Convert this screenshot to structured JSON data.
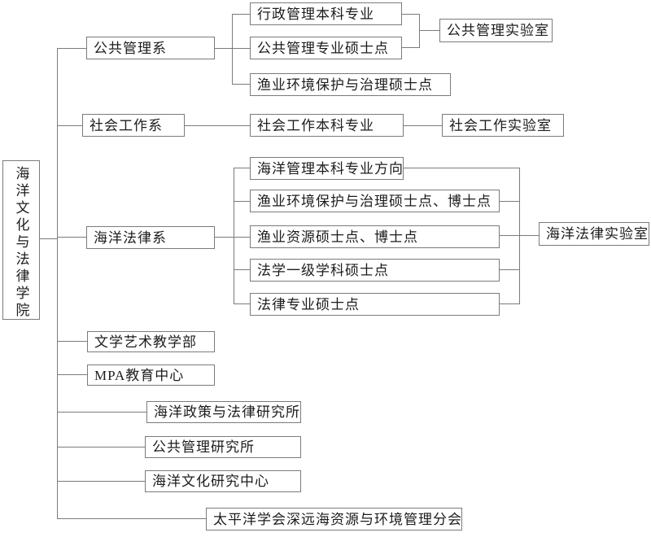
{
  "org": {
    "root": "海洋文化与法律学院",
    "branches": [
      {
        "dept": "公共管理系",
        "children": [
          "行政管理本科专业",
          "公共管理专业硕士点",
          "渔业环境保护与治理硕士点"
        ],
        "lab": "公共管理实验室"
      },
      {
        "dept": "社会工作系",
        "children": [
          "社会工作本科专业"
        ],
        "lab": "社会工作实验室"
      },
      {
        "dept": "海洋法律系",
        "children": [
          "海洋管理本科专业方向",
          "渔业环境保护与治理硕士点、博士点",
          "渔业资源硕士点、博士点",
          "法学一级学科硕士点",
          "法律专业硕士点"
        ],
        "lab": "海洋法律实验室"
      },
      {
        "dept": "文学艺术教学部"
      },
      {
        "dept": "MPA教育中心"
      },
      {
        "dept": "海洋政策与法律研究所"
      },
      {
        "dept": "公共管理研究所"
      },
      {
        "dept": "海洋文化研究中心"
      },
      {
        "dept": "太平洋学会深远海资源与环境管理分会"
      }
    ]
  },
  "colors": {
    "background": "#ffffff",
    "box_border": "#7b7b7b",
    "connector_line": "#7b7b7b",
    "text": "#1c1c1c"
  }
}
